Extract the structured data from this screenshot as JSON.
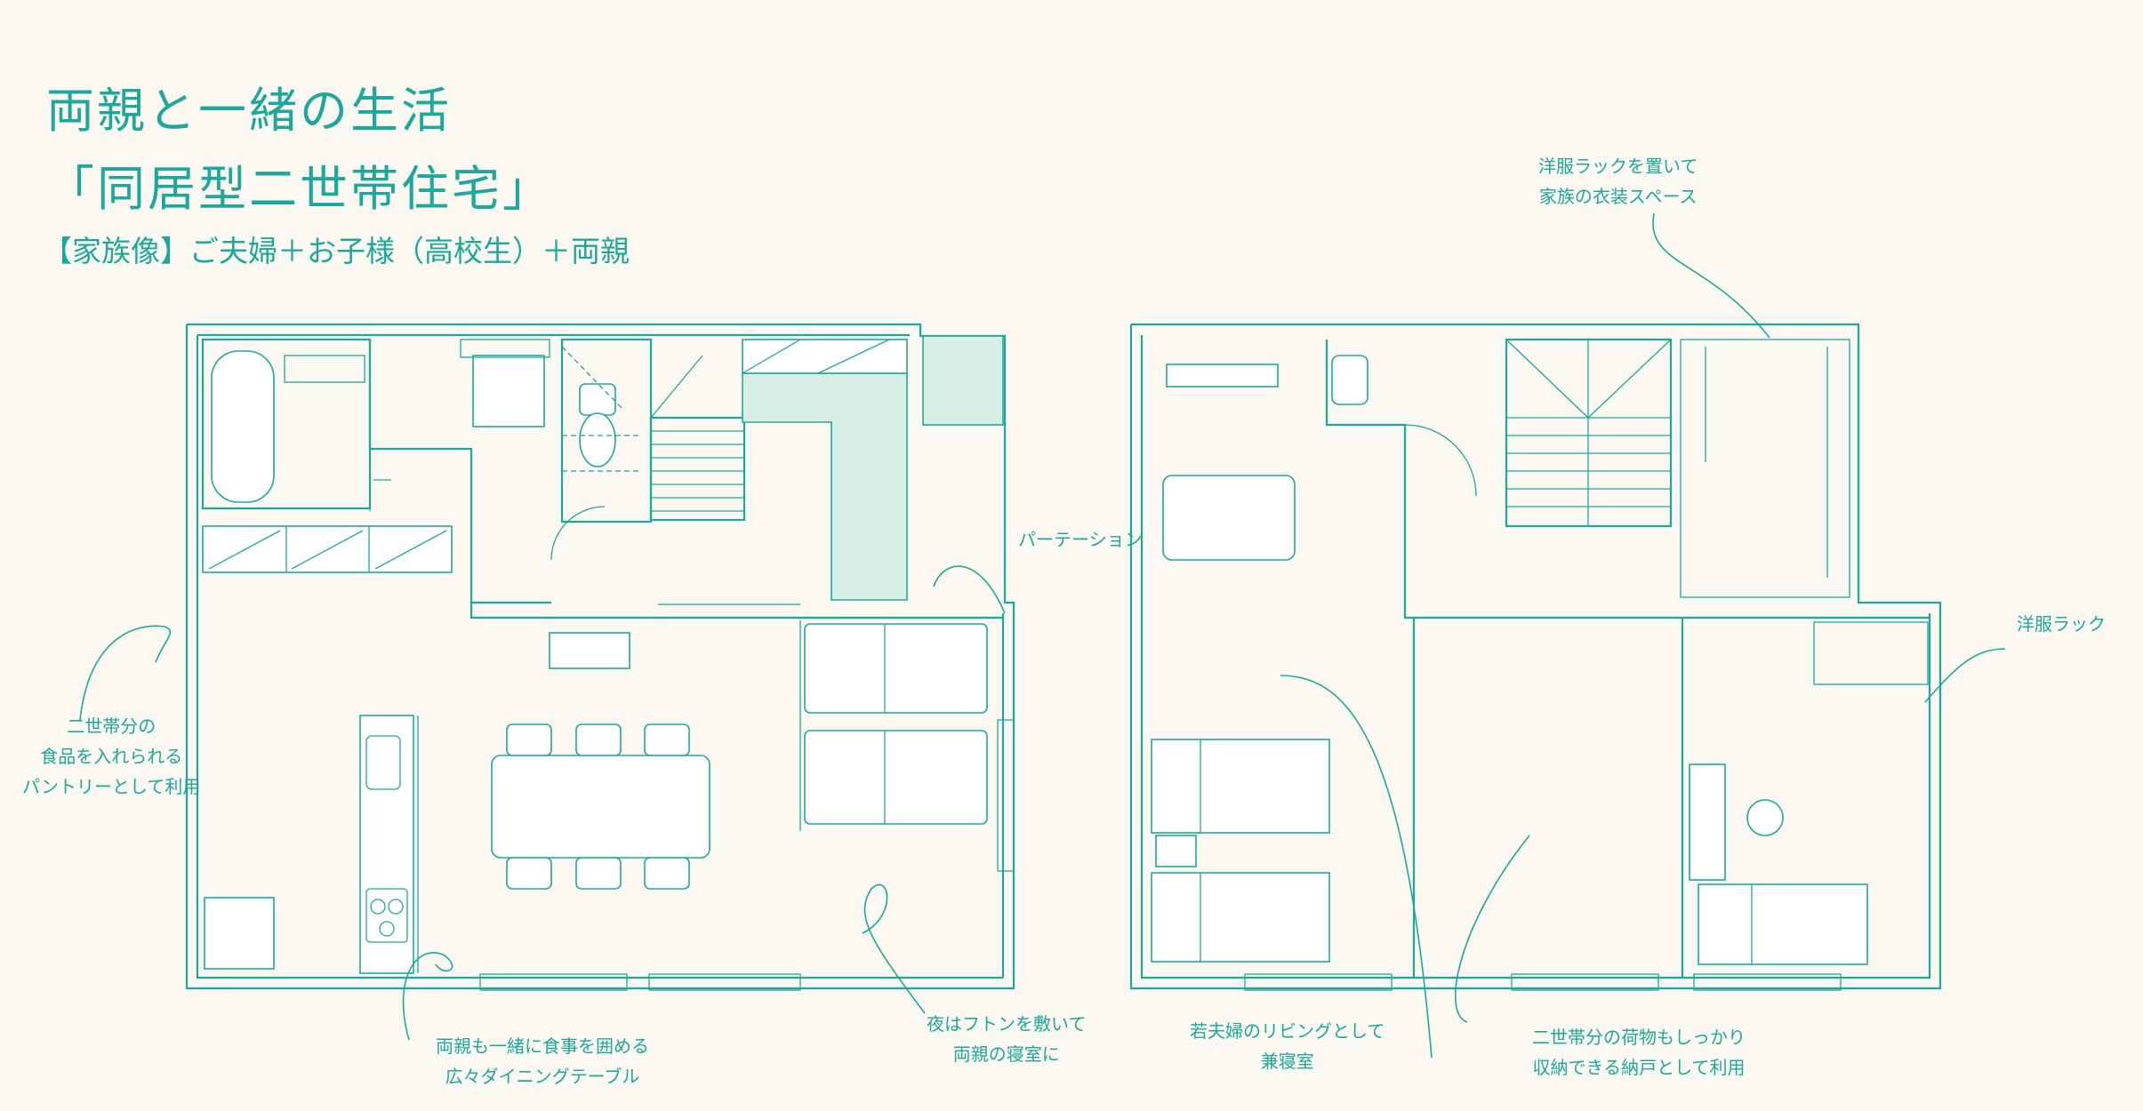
{
  "header": {
    "title_line1": "両親と一緒の生活",
    "title_line2": "「同居型二世帯住宅」",
    "family": "【家族像】ご夫婦＋お子様（高校生）＋両親"
  },
  "annotations": {
    "pantry": [
      "二世帯分の",
      "食品を入れられる",
      "パントリーとして利用"
    ],
    "dining": [
      "両親も一緒に食事を囲める",
      "広々ダイニングテーブル"
    ],
    "futon": [
      "夜はフトンを敷いて",
      "両親の寝室に"
    ],
    "partition": "パーテーション",
    "wardrobe_space": [
      "洋服ラックを置いて",
      "家族の衣装スペース"
    ],
    "clothes_rack": "洋服ラック",
    "young_couple": [
      "若夫婦のリビングとして",
      "兼寝室"
    ],
    "storage": [
      "二世帯分の荷物もしっかり",
      "収納できる納戸として利用"
    ]
  },
  "colors": {
    "line": "#1ea89b",
    "background": "#faf8f0",
    "fill_green": "#d7efe5"
  }
}
